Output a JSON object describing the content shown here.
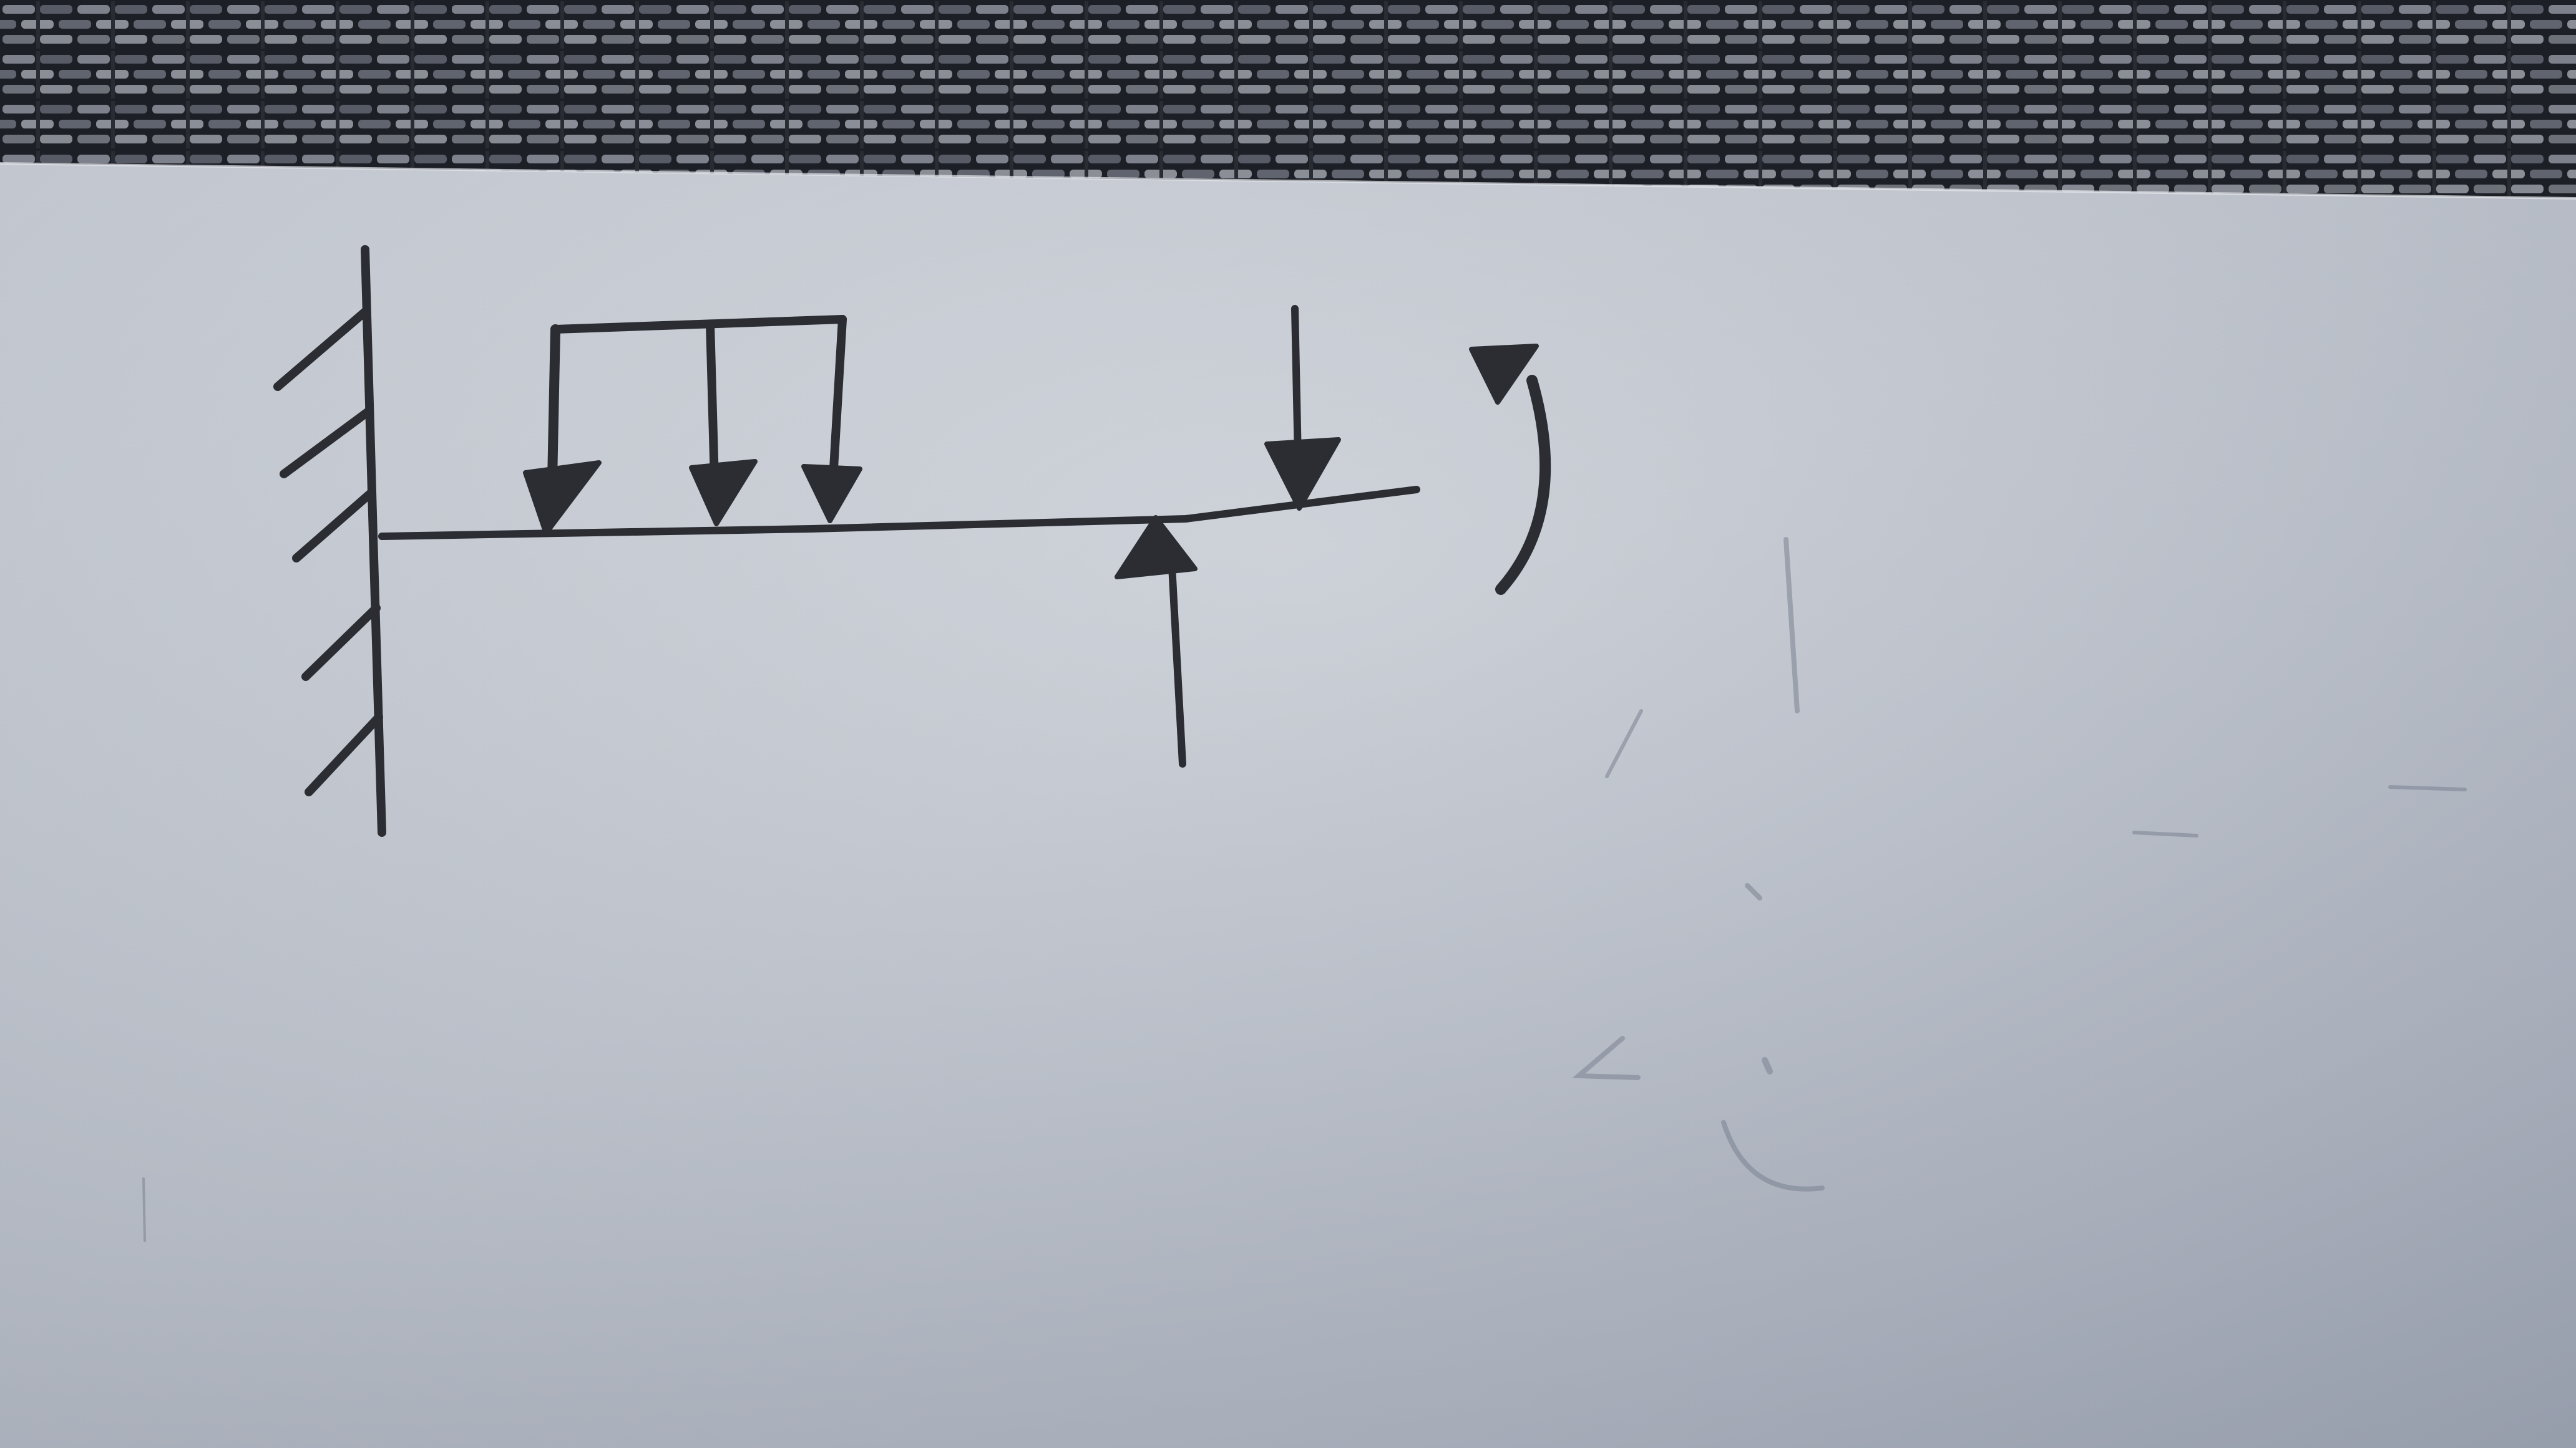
{
  "image": {
    "kind": "photo-of-hand-drawn-sketch",
    "background": {
      "mat": "woven-mat",
      "paper": "white-paper-sheet"
    },
    "colors": {
      "ink": "#2b2d33",
      "paper_light": "#d2d7de",
      "paper_mid": "#bcc2cc",
      "paper_dark": "#9ea5b3",
      "mat_dark": "#1d1f26",
      "mat_light": "#7d818b"
    }
  },
  "diagram": {
    "type": "beam-free-body-diagram",
    "support": "fixed-wall-left",
    "elements": [
      {
        "name": "fixed-wall",
        "kind": "hatched-wall"
      },
      {
        "name": "beam",
        "kind": "horizontal-line"
      },
      {
        "name": "distributed-load",
        "kind": "three-down-arrows-with-top-bar"
      },
      {
        "name": "point-load",
        "kind": "down-arrow"
      },
      {
        "name": "support-reaction",
        "kind": "up-arrow-from-below"
      },
      {
        "name": "applied-moment",
        "kind": "curved-arrow"
      }
    ],
    "text_labels": []
  }
}
